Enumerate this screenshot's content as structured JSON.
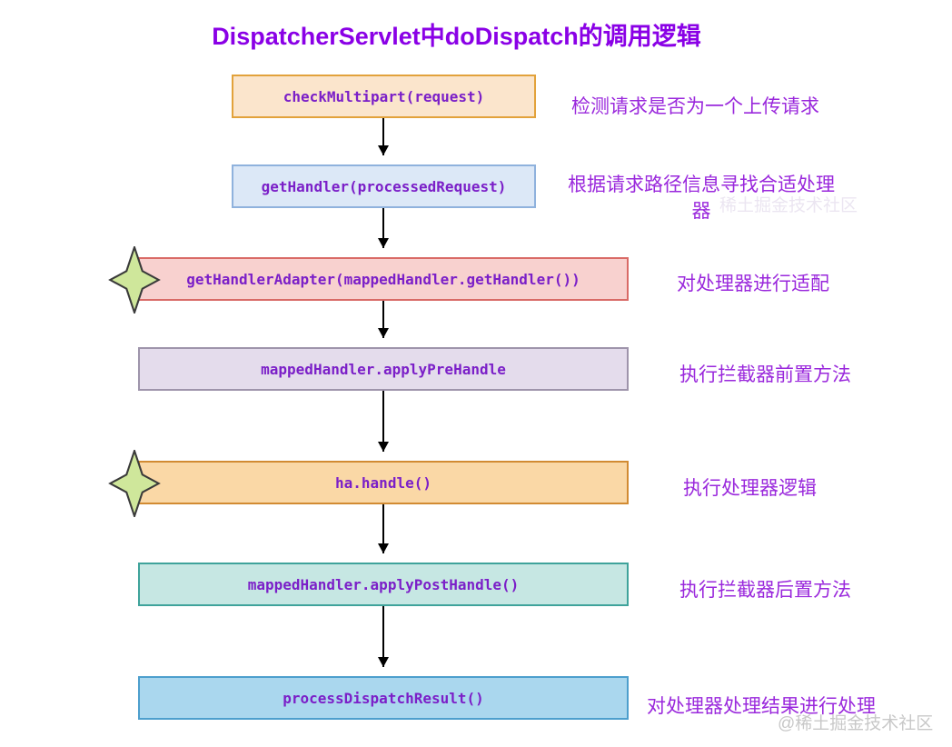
{
  "page": {
    "title": "DispatcherServlet中doDispatch的调用逻辑",
    "title_color": "#8a00e6",
    "background_color": "#ffffff"
  },
  "flow": {
    "box_text_color": "#7b1fc8",
    "annotation_color": "#9a28dc",
    "arrow_color": "#000000",
    "star_fill": "#cfe79b",
    "star_stroke": "#3a3a3a",
    "steps": [
      {
        "label": "checkMultipart(request)",
        "annotation": "检测请求是否为一个上传请求",
        "fill": "#fbe5cc",
        "border": "#e2a23b",
        "starred": false
      },
      {
        "label": "getHandler(processedRequest)",
        "annotation": "根据请求路径信息寻找合适处理器",
        "fill": "#dce8f7",
        "border": "#8fb2dd",
        "starred": false
      },
      {
        "label": "getHandlerAdapter(mappedHandler.getHandler())",
        "annotation": "对处理器进行适配",
        "fill": "#f8d1cf",
        "border": "#d96a66",
        "starred": true
      },
      {
        "label": "mappedHandler.applyPreHandle",
        "annotation": "执行拦截器前置方法",
        "fill": "#e4dcec",
        "border": "#9e94ab",
        "starred": false
      },
      {
        "label": "ha.handle()",
        "annotation": "执行处理器逻辑",
        "fill": "#fad8a6",
        "border": "#d28b32",
        "starred": true
      },
      {
        "label": "mappedHandler.applyPostHandle()",
        "annotation": "执行拦截器后置方法",
        "fill": "#c6e7e3",
        "border": "#3fa39b",
        "starred": false
      },
      {
        "label": "processDispatchResult()",
        "annotation": "对处理器处理结果进行处理",
        "fill": "#aad7ee",
        "border": "#4d9fcd",
        "starred": false
      }
    ]
  },
  "watermark": {
    "text": "@稀土掘金技术社区",
    "color": "#c8c8c8",
    "faint_text": "稀土掘金技术社区"
  }
}
